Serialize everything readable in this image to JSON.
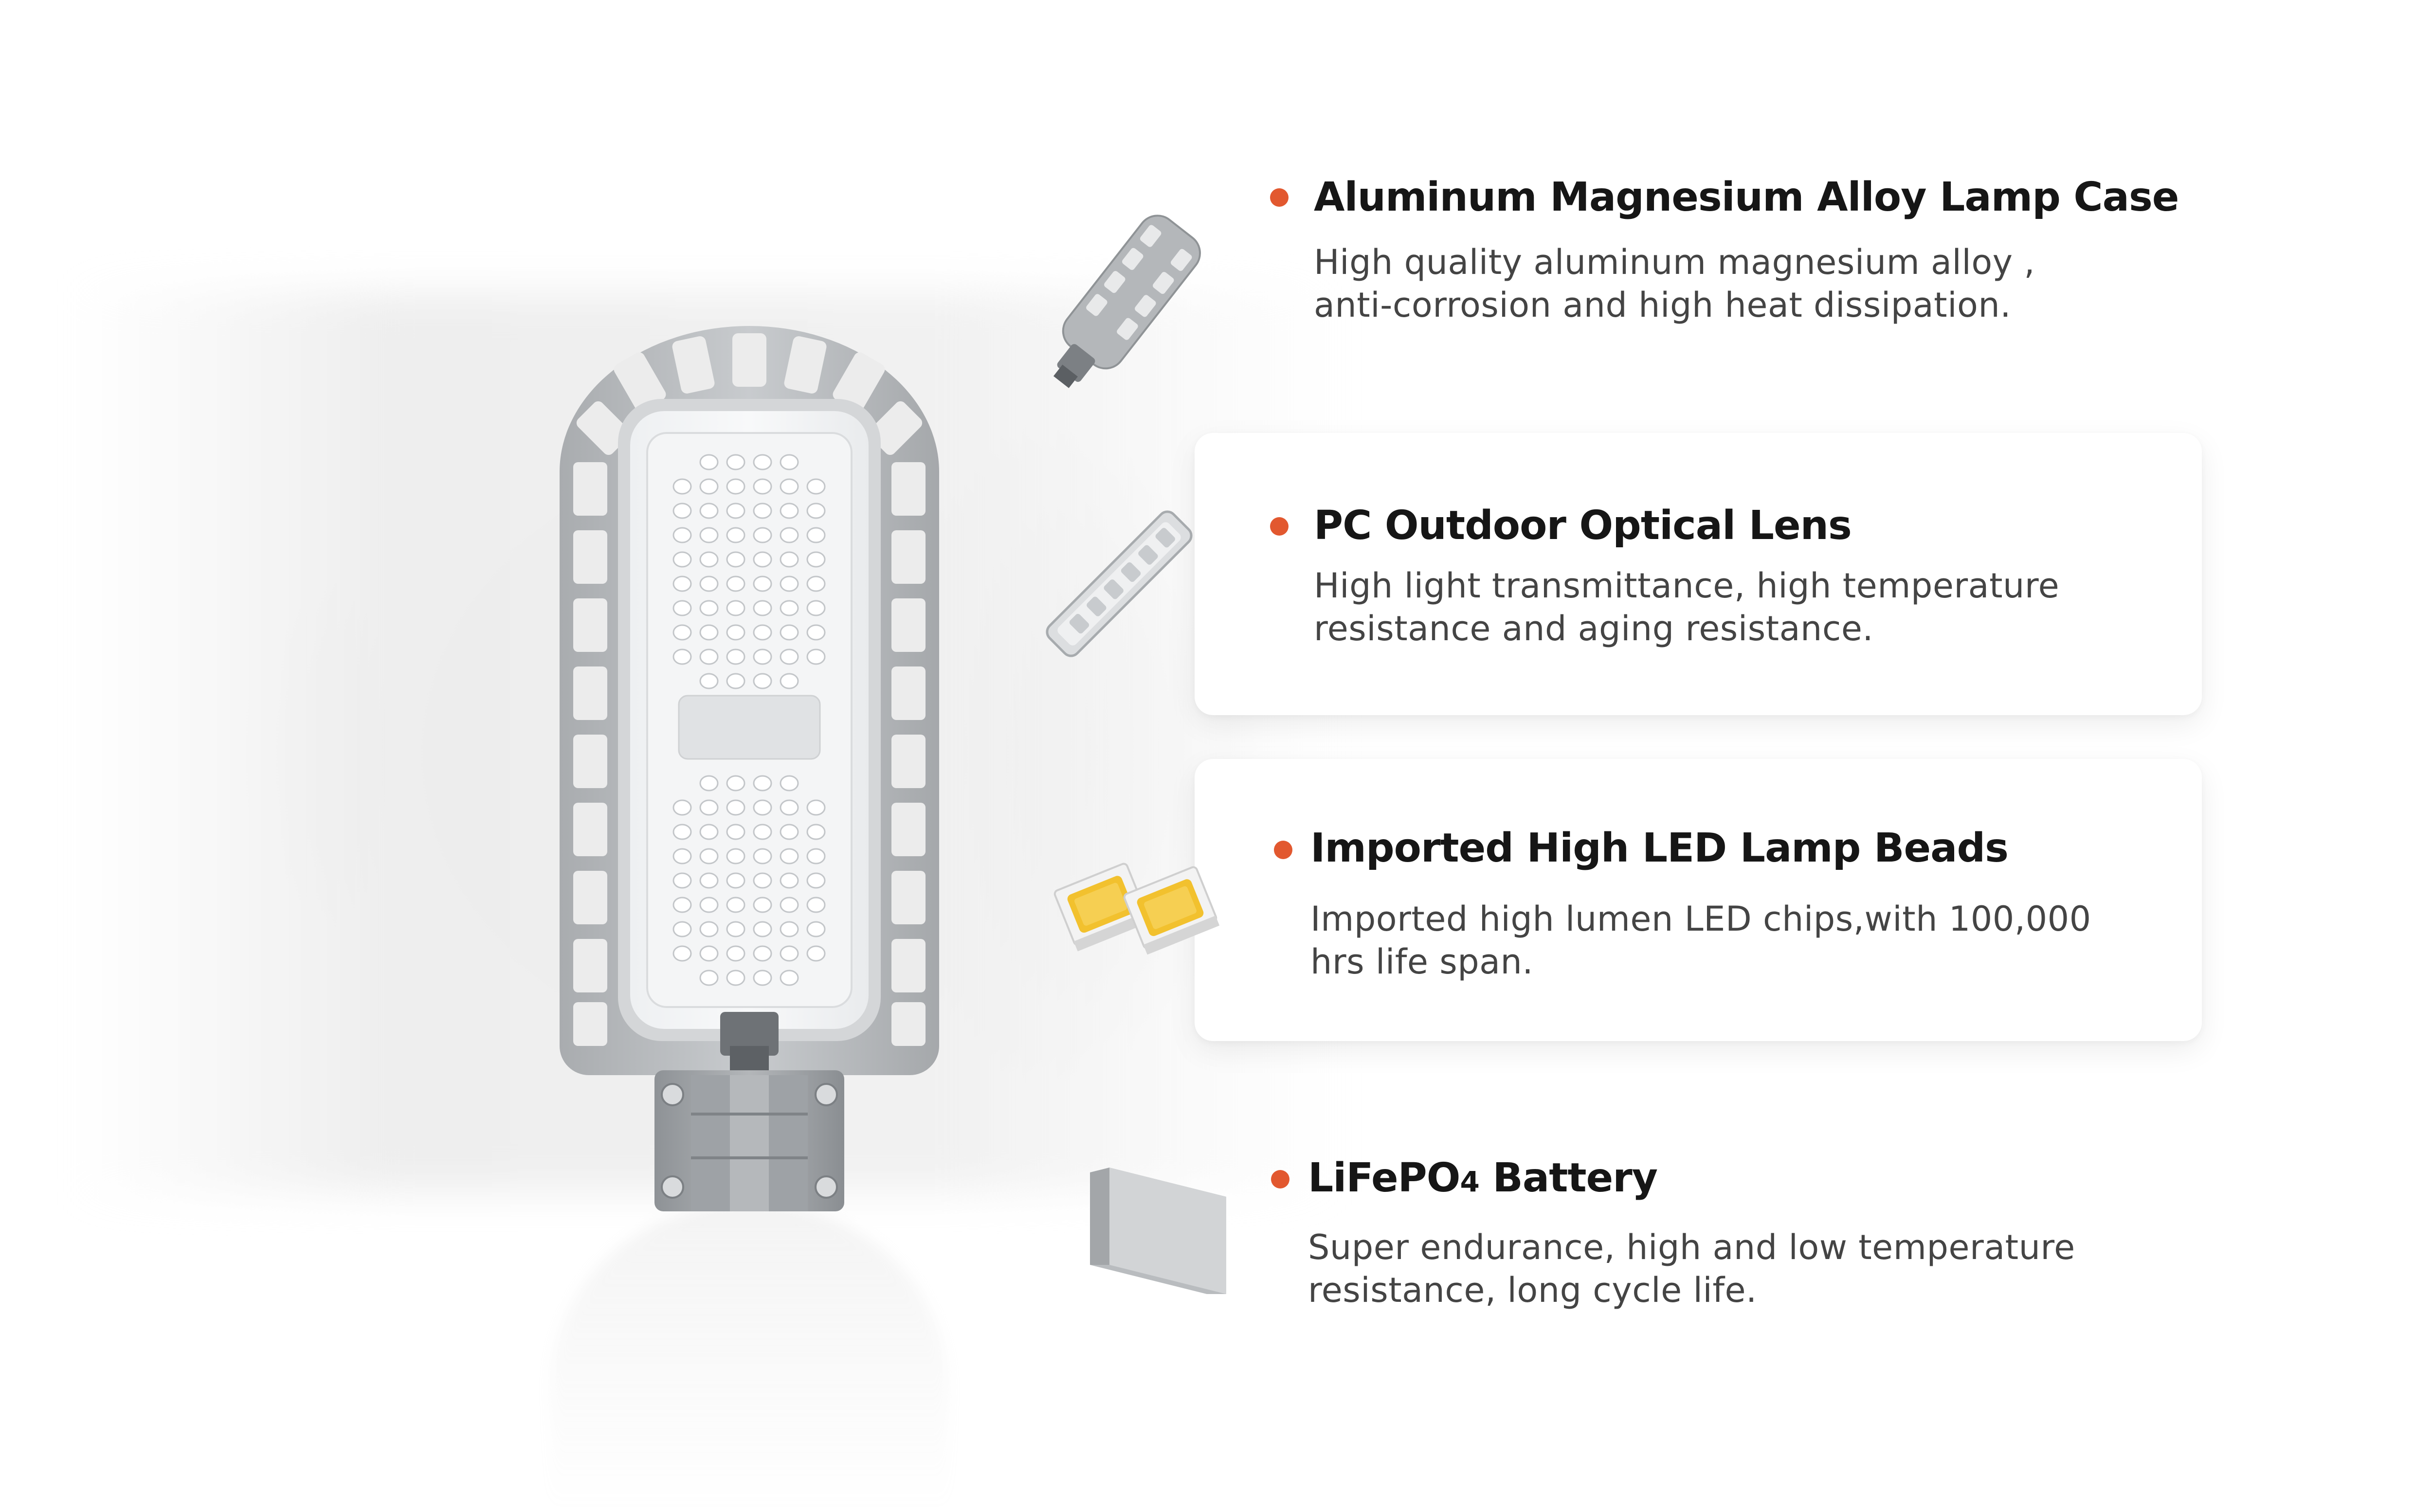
{
  "features": [
    {
      "title": "Aluminum Magnesium Alloy Lamp Case",
      "desc_line1": "High quality aluminum magnesium alloy ,",
      "desc_line2": "anti-corrosion and high heat dissipation.",
      "icon": "lamp-case-icon"
    },
    {
      "title": "PC Outdoor Optical Lens",
      "desc_line1": "High light transmittance, high temperature",
      "desc_line2": "resistance and aging resistance.",
      "icon": "optical-lens-icon"
    },
    {
      "title": "Imported High LED Lamp Beads",
      "desc_line1": "Imported high lumen LED chips,with 100,000",
      "desc_line2": "hrs life span.",
      "icon": "led-chip-icon"
    },
    {
      "title_main": "LiFePO",
      "title_sub": "4",
      "title_rest": " Battery",
      "desc_line1": "Super endurance, high and low temperature",
      "desc_line2": "resistance, long cycle life.",
      "icon": "battery-icon"
    }
  ],
  "colors": {
    "bullet": "#e2582f",
    "title": "#161616",
    "text": "#444444",
    "lamp_body": "#b9bcbf",
    "led_yellow": "#f2c12e"
  }
}
